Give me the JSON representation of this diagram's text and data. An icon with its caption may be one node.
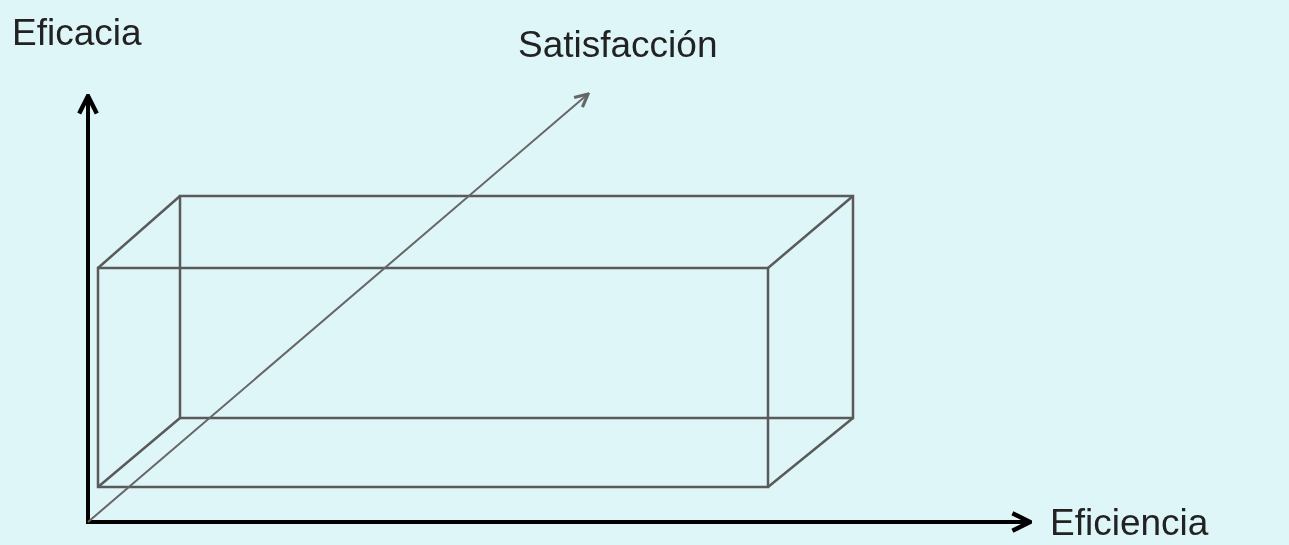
{
  "diagram": {
    "labels": [
      "Eficacia",
      "Satisfacción",
      "Eficiencia"
    ]
  }
}
